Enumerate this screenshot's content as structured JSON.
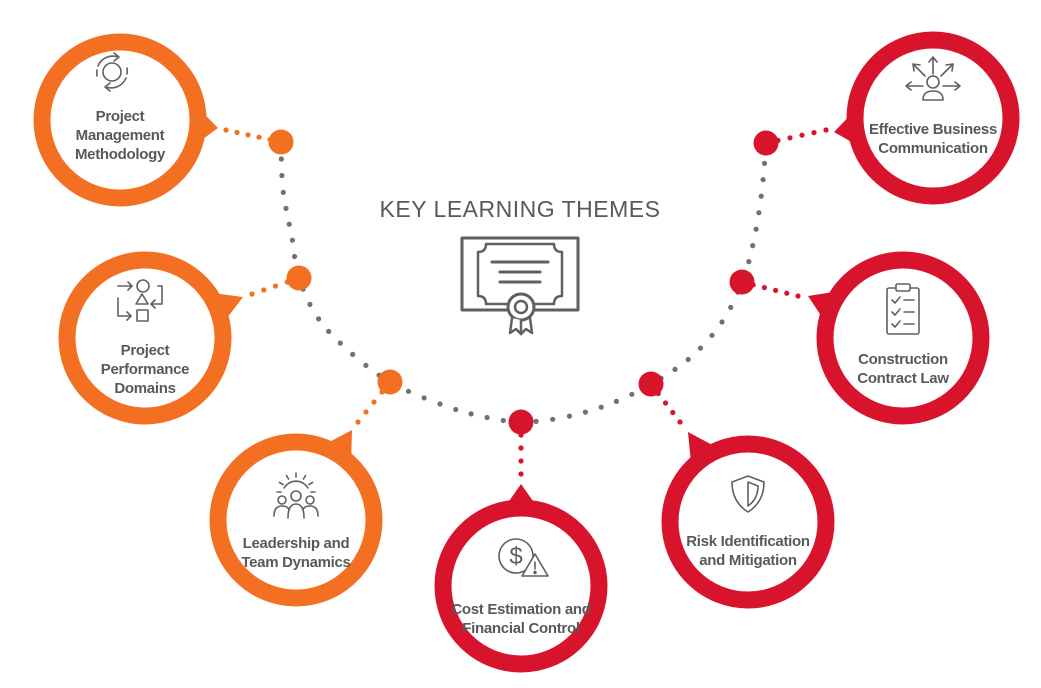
{
  "title": "KEY LEARNING THEMES",
  "colors": {
    "orange": "#f36f21",
    "red": "#d7142c",
    "gray": "#5e6062",
    "dots": "#707173"
  },
  "center_icon": "certificate-icon",
  "themes": [
    {
      "id": "project-management-methodology",
      "lines": [
        "Project",
        "Management",
        "Methodology"
      ],
      "color": "orange",
      "icon": "cycle-arrows-icon"
    },
    {
      "id": "project-performance-domains",
      "lines": [
        "Project",
        "Performance",
        "Domains"
      ],
      "color": "orange",
      "icon": "shapes-process-icon"
    },
    {
      "id": "leadership-team-dynamics",
      "lines": [
        "Leadership and",
        "Team Dynamics"
      ],
      "color": "orange",
      "icon": "team-gear-icon"
    },
    {
      "id": "cost-estimation-financial-control",
      "lines": [
        "Cost Estimation and",
        "Financial Control"
      ],
      "color": "red",
      "icon": "dollar-warning-icon"
    },
    {
      "id": "risk-identification-mitigation",
      "lines": [
        "Risk Identification",
        "and Mitigation"
      ],
      "color": "red",
      "icon": "shield-icon"
    },
    {
      "id": "construction-contract-law",
      "lines": [
        "Construction",
        "Contract Law"
      ],
      "color": "red",
      "icon": "clipboard-checklist-icon"
    },
    {
      "id": "effective-business-communication",
      "lines": [
        "Effective Business",
        "Communication"
      ],
      "color": "red",
      "icon": "person-arrows-icon"
    }
  ]
}
